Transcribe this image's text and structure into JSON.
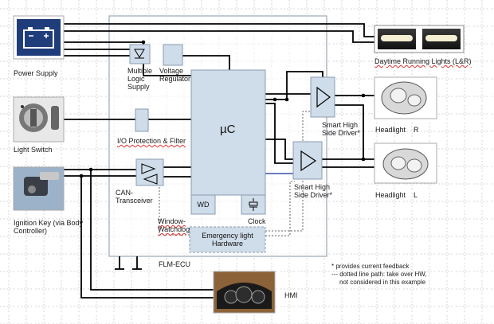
{
  "diagram": {
    "ecu_label": "FLM-ECU",
    "mcu_label": "µC",
    "left_components": {
      "power_supply": "Power Supply",
      "light_switch": "Light Switch",
      "ignition_key": "Ignition Key (via Body Controller)"
    },
    "internal_blocks": {
      "multiple_logic_supply": "Multiple Logic Supply",
      "voltage_regulator": "Voltage Regulator",
      "io_protection": "I/O Protection & Filter",
      "can_transceiver": "CAN-Transceiver",
      "wd_box": "WD",
      "window_watchdog": "Window-Watchdog",
      "clock": "Clock",
      "emergency_light": "Emergency light Hardware",
      "driver_1": "Smart High Side Driver*",
      "driver_2": "Smart High Side Driver*"
    },
    "outputs": {
      "drl": "Daytime Running Lights (L&R)",
      "headlight_r": "Headlight    R",
      "headlight_l": "Headlight    L"
    },
    "hmi": "HMI",
    "notes": [
      "* provides current feedback",
      "--- dotted line path: take over HW,",
      "not considered in this example"
    ]
  },
  "colors": {
    "block_fill": "#cfdce9",
    "block_stroke": "#8a9db0",
    "wire": "#000000",
    "blue_wire": "#3a4fa8",
    "grid": "#b8b8b8"
  }
}
